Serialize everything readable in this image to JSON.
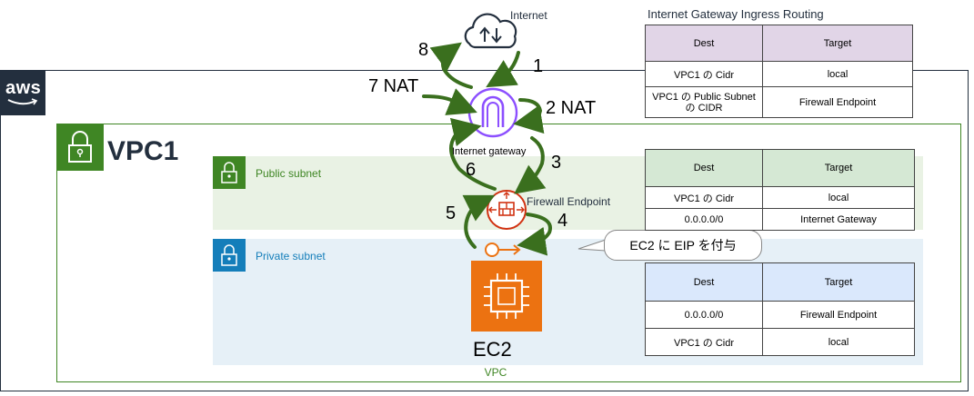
{
  "cloud": {
    "logo_text": "aws"
  },
  "vpc": {
    "title": "VPC1",
    "bottom_label": "VPC"
  },
  "public_subnet": {
    "label": "Public subnet"
  },
  "private_subnet": {
    "label": "Private subnet"
  },
  "nodes": {
    "internet": "Internet",
    "igw": "Internet gateway",
    "firewall": "Firewall Endpoint",
    "ec2": "EC2"
  },
  "callout": "EC2 に EIP を付与",
  "steps": {
    "s1": "1",
    "s2": "2 NAT",
    "s3": "3",
    "s4": "4",
    "s5": "5",
    "s6": "6",
    "s7": "7 NAT",
    "s8": "8"
  },
  "colors": {
    "arrow": "#3a6f1e",
    "igw_purple": "#8c4fff",
    "firewall_red": "#d13212",
    "ec2_orange": "#ec7211",
    "igw_table_header": "#e1d5e7",
    "public_table_header": "#d5e8d4",
    "private_table_header": "#dae8fc"
  },
  "tables": {
    "igw_ingress": {
      "title": "Internet Gateway Ingress Routing",
      "headers": [
        "Dest",
        "Target"
      ],
      "rows": [
        [
          "VPC1 の Cidr",
          "local"
        ],
        [
          "VPC1 の Public Subnet の CIDR",
          "Firewall Endpoint"
        ]
      ]
    },
    "public": {
      "headers": [
        "Dest",
        "Target"
      ],
      "rows": [
        [
          "VPC1 の Cidr",
          "local"
        ],
        [
          "0.0.0.0/0",
          "Internet Gateway"
        ]
      ]
    },
    "private": {
      "headers": [
        "Dest",
        "Target"
      ],
      "rows": [
        [
          "0.0.0.0/0",
          "Firewall Endpoint"
        ],
        [
          "VPC1 の Cidr",
          "local"
        ]
      ]
    }
  }
}
